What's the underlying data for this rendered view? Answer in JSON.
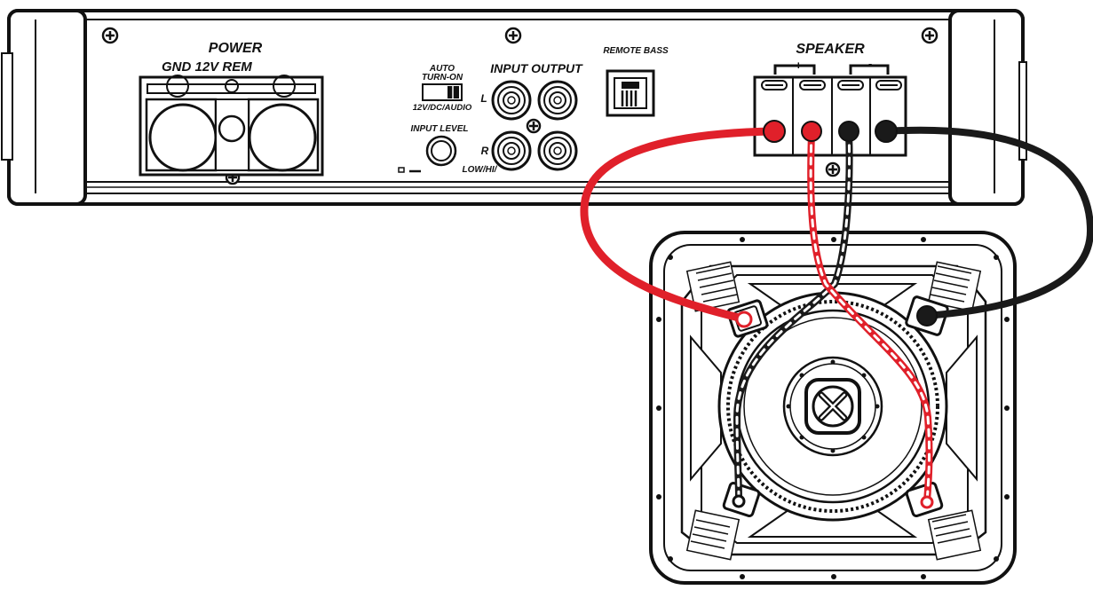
{
  "amplifier": {
    "power_label": "POWER",
    "power_terminals_label": "GND 12V REM",
    "auto_turn_on_top": "AUTO",
    "auto_turn_on_bottom": "TURN-ON",
    "auto_modes_label": "12V/DC/AUDIO",
    "input_level_label": "INPUT LEVEL",
    "input_output_label": "INPUT OUTPUT",
    "left_channel_label": "L",
    "right_channel_label": "R",
    "low_hi_label": "LOW/HI/",
    "remote_bass_label": "REMOTE BASS",
    "speaker_label": "SPEAKER",
    "plus_label": "+",
    "minus_label": "-"
  },
  "colors": {
    "outline": "#111111",
    "positive_wire": "#e0202a",
    "negative_wire": "#1a1a1a",
    "stripe": "#ffffff",
    "background": "#ffffff"
  }
}
